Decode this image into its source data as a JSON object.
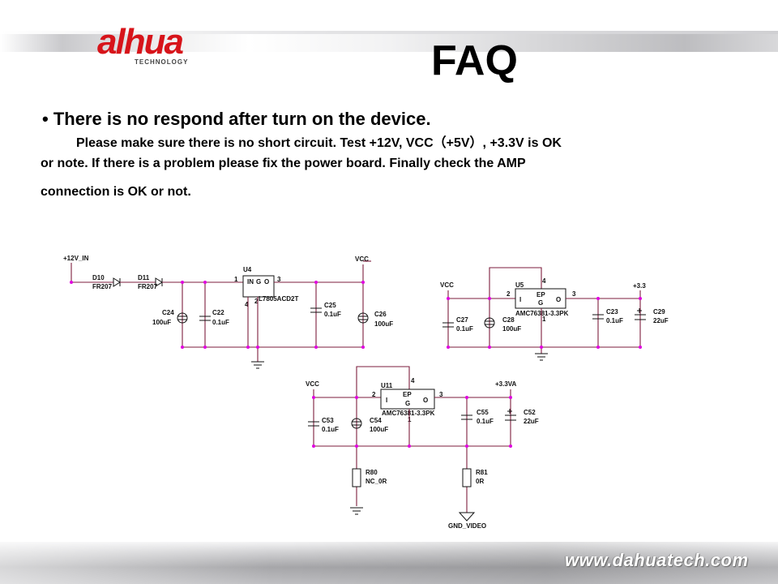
{
  "header": {
    "logo_text": "alhua",
    "logo_sub": "TECHNOLOGY",
    "title": "FAQ"
  },
  "content": {
    "bullet": "• There is no respond after turn on the device.",
    "para_line1": "Please make sure there is no short circuit. Test +12V, VCC（+5V）, +3.3V is OK",
    "para_line2": "or note. If there is a problem please fix the power board. Finally check the AMP",
    "para_line3": "connection is OK or not."
  },
  "footer": {
    "website": "www.dahuatech.com"
  },
  "colors": {
    "logo_red": "#d7141a",
    "wire": "#7d1e3e",
    "junction": "#e000e0"
  },
  "schematic": {
    "c1": {
      "net_in": "+12V_IN",
      "d10": "D10",
      "d10_part": "FR207",
      "d11": "D11",
      "d11_part": "FR207",
      "u4": "U4",
      "u4_part": "L7805ACD2T",
      "pin1": "1",
      "pin3": "3",
      "pin4": "4",
      "pin2": "2",
      "u4_i": "IN",
      "u4_g": "G",
      "u4_o": "O",
      "net_out": "VCC",
      "c24": "C24",
      "c24_val": "100uF",
      "c22": "C22",
      "c22_val": "0.1uF",
      "c25": "C25",
      "c25_val": "0.1uF",
      "c26": "C26",
      "c26_val": "100uF"
    },
    "c2": {
      "net_in": "VCC",
      "u5": "U5",
      "u5_part": "AMC76381-3.3PK",
      "ep": "EP",
      "i": "I",
      "g": "G",
      "o": "O",
      "pin4": "4",
      "pin2": "2",
      "pin3": "3",
      "pin1": "1",
      "net_out": "+3.3",
      "c27": "C27",
      "c27_val": "0.1uF",
      "c28": "C28",
      "c28_val": "100uF",
      "c23": "C23",
      "c23_val": "0.1uF",
      "c29": "C29",
      "c29_val": "22uF"
    },
    "c3": {
      "net_in": "VCC",
      "u11": "U11",
      "u11_part": "AMC76381-3.3PK",
      "ep": "EP",
      "i": "I",
      "g": "G",
      "o": "O",
      "pin4": "4",
      "pin2": "2",
      "pin3": "3",
      "pin1": "1",
      "net_out": "+3.3VA",
      "c53": "C53",
      "c53_val": "0.1uF",
      "c54": "C54",
      "c54_val": "100uF",
      "c55": "C55",
      "c55_val": "0.1uF",
      "c52": "C52",
      "c52_val": "22uF",
      "r80": "R80",
      "r80_val": "NC_0R",
      "r81": "R81",
      "r81_val": "0R",
      "gnd_video": "GND_VIDEO"
    }
  }
}
